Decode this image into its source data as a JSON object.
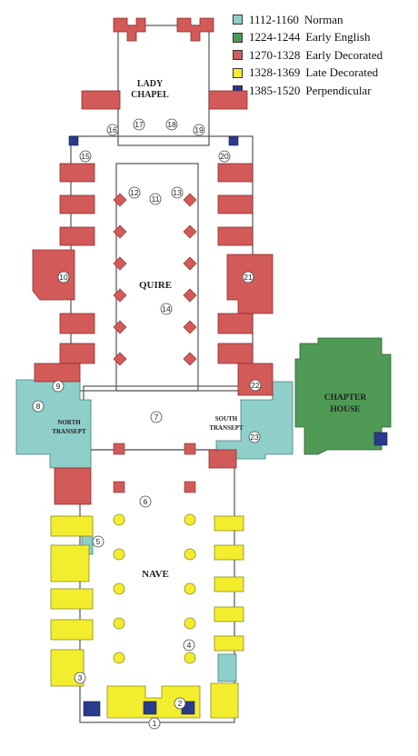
{
  "legend": [
    {
      "years": "1112-1160",
      "style": "Norman",
      "color": "#8fcfca"
    },
    {
      "years": "1224-1244",
      "style": "Early English",
      "color": "#4f9a55"
    },
    {
      "years": "1270-1328",
      "style": "Early Decorated",
      "color": "#d25a58"
    },
    {
      "years": "1328-1369",
      "style": "Late Decorated",
      "color": "#f2ee2e"
    },
    {
      "years": "1385-1520",
      "style": "Perpendicular",
      "color": "#2a3a8c"
    }
  ],
  "labels": {
    "lady_chapel_1": "LADY",
    "lady_chapel_2": "CHAPEL",
    "quire": "QUIRE",
    "nave": "NAVE",
    "north_transept_1": "NORTH",
    "north_transept_2": "TRANSEPT",
    "south_transept_1": "SOUTH",
    "south_transept_2": "TRANSEPT",
    "chapter_house_1": "CHAPTER",
    "chapter_house_2": "HOUSE"
  },
  "markers": [
    "1",
    "2",
    "3",
    "4",
    "5",
    "6",
    "7",
    "8",
    "9",
    "10",
    "11",
    "12",
    "13",
    "14",
    "15",
    "16",
    "17",
    "18",
    "19",
    "20",
    "21",
    "22",
    "23"
  ],
  "colors": {
    "norman": "#8fcfca",
    "early_english": "#4f9a55",
    "early_decorated": "#d25a58",
    "late_decorated": "#f2ee2e",
    "perpendicular": "#2a3a8c",
    "outline": "#555555"
  }
}
